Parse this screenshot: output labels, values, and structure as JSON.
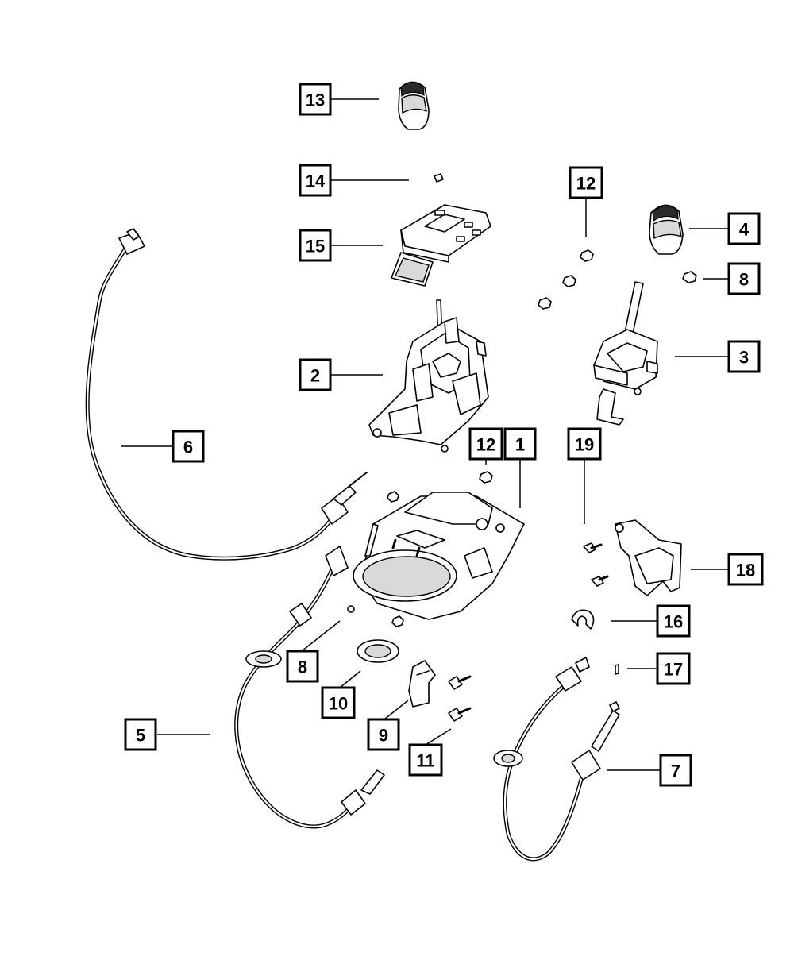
{
  "callouts": [
    {
      "id": "c13",
      "label": "13"
    },
    {
      "id": "c14",
      "label": "14"
    },
    {
      "id": "c15",
      "label": "15"
    },
    {
      "id": "c12a",
      "label": "12"
    },
    {
      "id": "c4",
      "label": "4"
    },
    {
      "id": "c8a",
      "label": "8"
    },
    {
      "id": "c3",
      "label": "3"
    },
    {
      "id": "c2",
      "label": "2"
    },
    {
      "id": "c6",
      "label": "6"
    },
    {
      "id": "c12b",
      "label": "12"
    },
    {
      "id": "c1",
      "label": "1"
    },
    {
      "id": "c19",
      "label": "19"
    },
    {
      "id": "c18",
      "label": "18"
    },
    {
      "id": "c16",
      "label": "16"
    },
    {
      "id": "c8b",
      "label": "8"
    },
    {
      "id": "c17",
      "label": "17"
    },
    {
      "id": "c10",
      "label": "10"
    },
    {
      "id": "c5",
      "label": "5"
    },
    {
      "id": "c9",
      "label": "9"
    },
    {
      "id": "c11",
      "label": "11"
    },
    {
      "id": "c7",
      "label": "7"
    }
  ]
}
